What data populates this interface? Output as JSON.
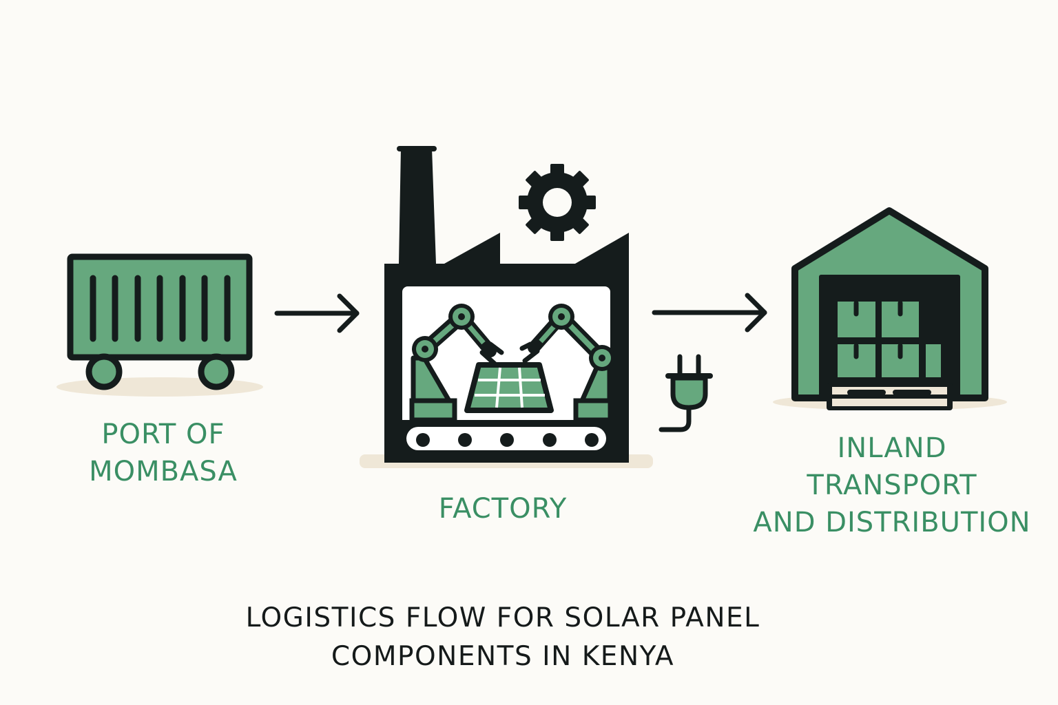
{
  "colors": {
    "green": "#66a87e",
    "dark": "#151c1c",
    "label_green": "#3a8f64",
    "shadow": "#efe7d7",
    "background": "#fcfbf7"
  },
  "nodes": [
    {
      "id": "port",
      "label": "PORT OF\nMOMBASA",
      "icon": "shipping-container-icon"
    },
    {
      "id": "factory",
      "label": "FACTORY",
      "icon": "factory-icon"
    },
    {
      "id": "distribution",
      "label": "INLAND\nTRANSPORT\nAND DISTRIBUTION",
      "icon": "warehouse-icon"
    }
  ],
  "edges": [
    {
      "from": "port",
      "to": "factory"
    },
    {
      "from": "factory",
      "to": "distribution"
    }
  ],
  "decorations": [
    "gear-icon",
    "power-plug-icon",
    "robot-arm-icon",
    "solar-panel-icon",
    "conveyor-belt-icon"
  ],
  "title": "LOGISTICS FLOW FOR SOLAR PANEL\nCOMPONENTS IN KENYA"
}
